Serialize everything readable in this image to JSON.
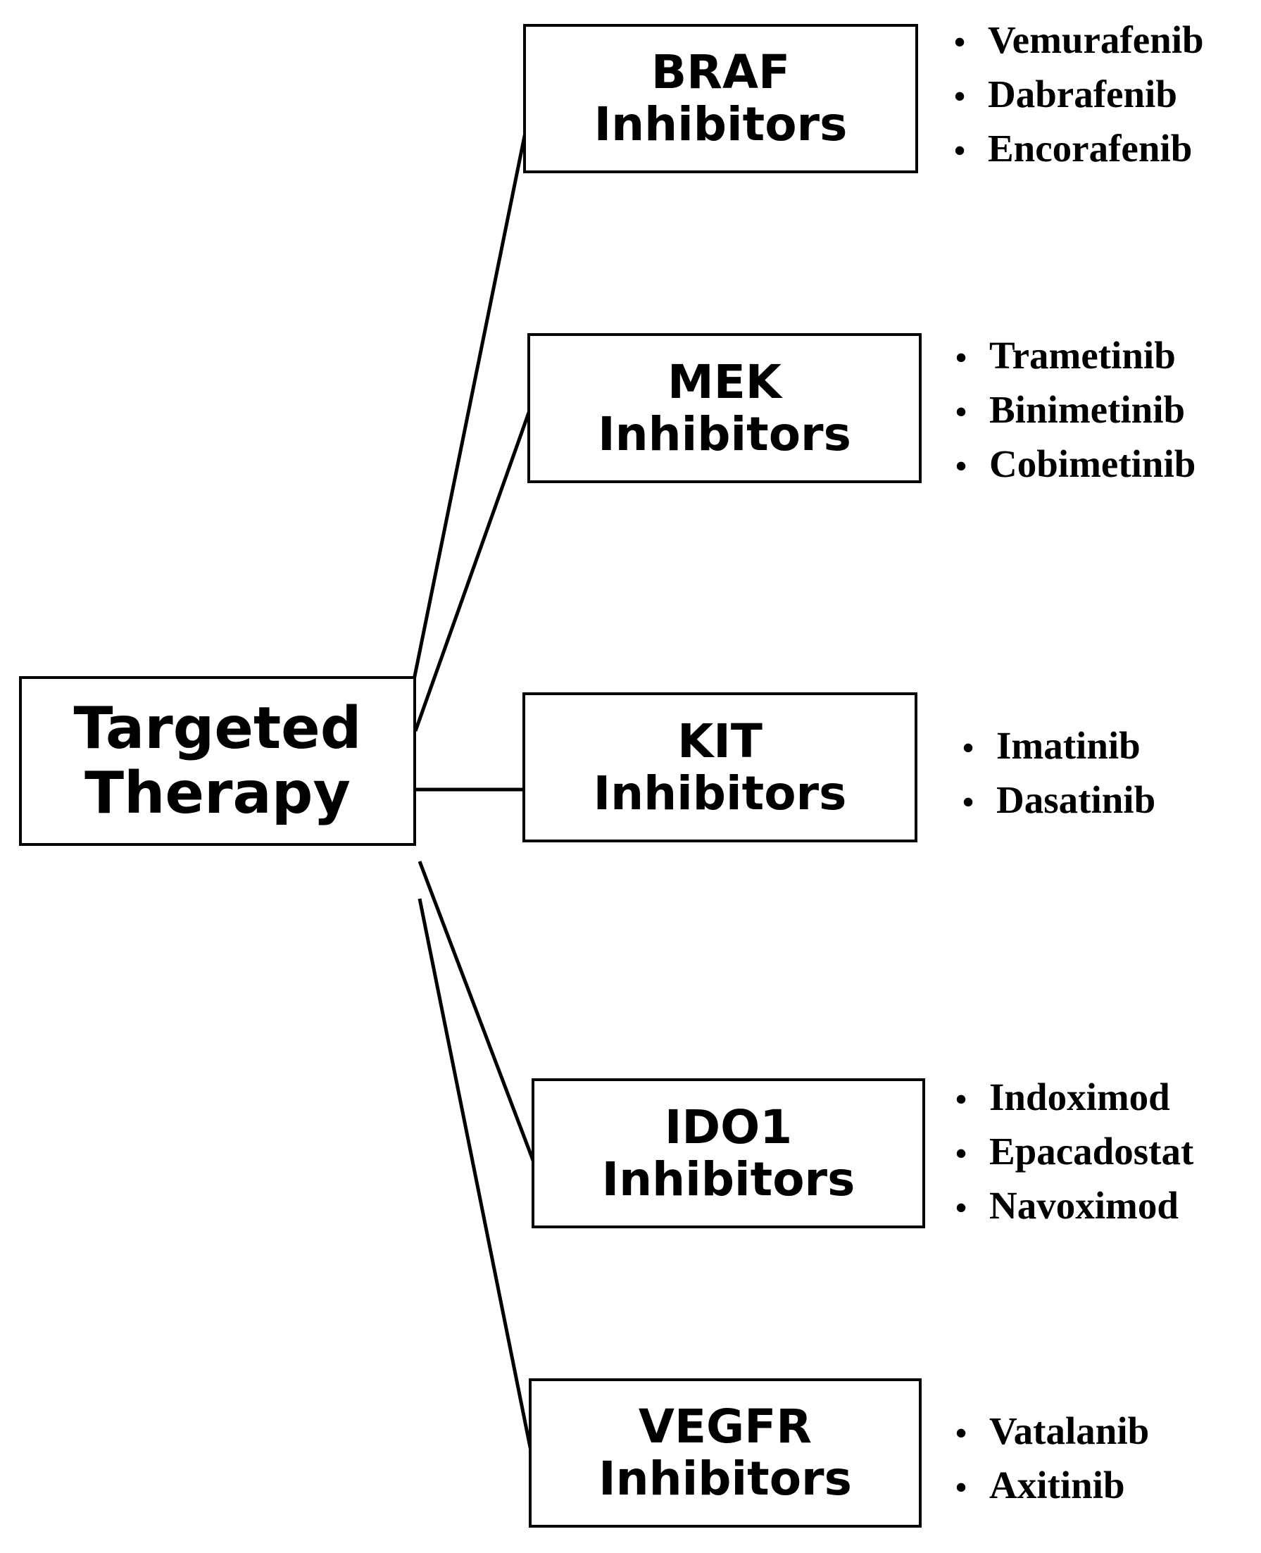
{
  "root": {
    "line1": "Targeted",
    "line2": "Therapy"
  },
  "categories": [
    {
      "line1": "BRAF",
      "line2": "Inhibitors",
      "drugs": [
        "Vemurafenib",
        "Dabrafenib",
        "Encorafenib"
      ]
    },
    {
      "line1": "MEK",
      "line2": "Inhibitors",
      "drugs": [
        "Trametinib",
        "Binimetinib",
        "Cobimetinib"
      ]
    },
    {
      "line1": "KIT",
      "line2": "Inhibitors",
      "drugs": [
        "Imatinib",
        "Dasatinib"
      ]
    },
    {
      "line1": "IDO1",
      "line2": "Inhibitors",
      "drugs": [
        "Indoximod",
        "Epacadostat",
        "Navoximod"
      ]
    },
    {
      "line1": "VEGFR",
      "line2": "Inhibitors",
      "drugs": [
        "Vatalanib",
        "Axitinib"
      ]
    }
  ],
  "bullet_glyph": "•"
}
